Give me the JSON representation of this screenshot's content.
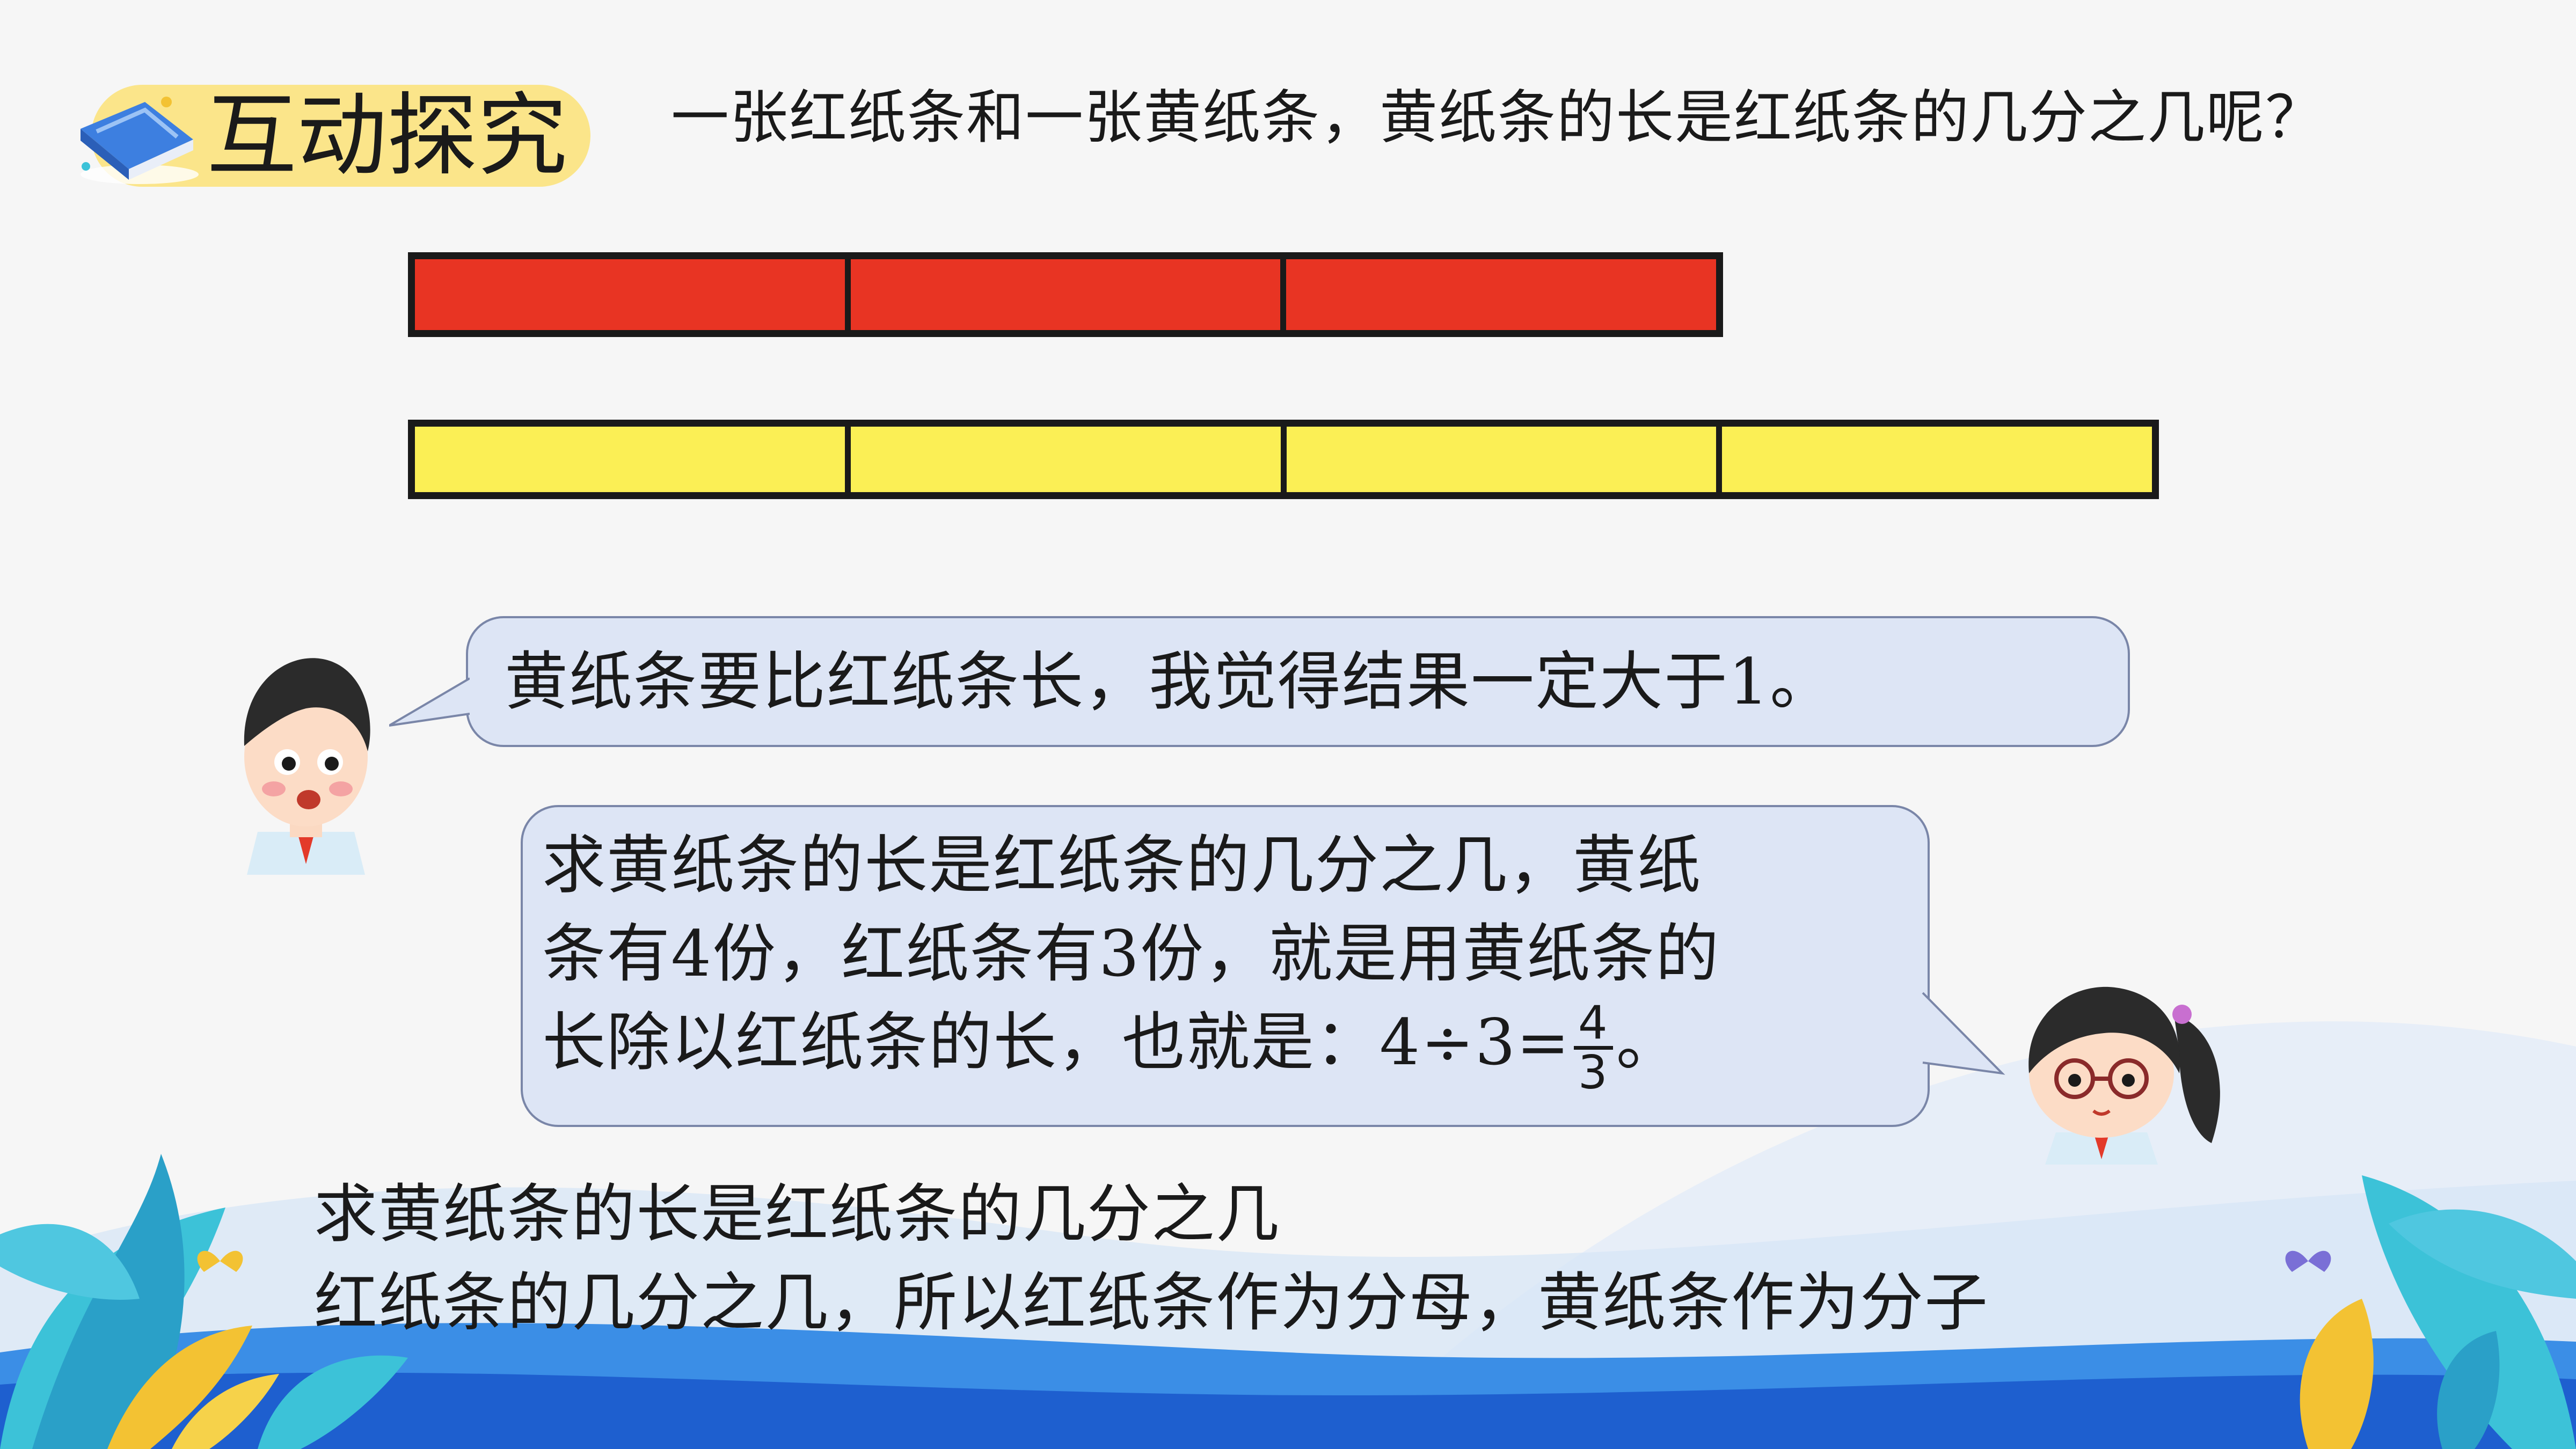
{
  "header": {
    "badge_title": "互动探究",
    "question": "一张红纸条和一张黄纸条，黄纸条的长是红纸条的几分之几呢？"
  },
  "strips": {
    "red": {
      "segments": 3,
      "color": "#e83423"
    },
    "yellow": {
      "segments": 4,
      "color": "#fbef55"
    }
  },
  "boy": {
    "speech": "黄纸条要比红纸条长，我觉得结果一定大于1。"
  },
  "girl": {
    "speech_line1": "求黄纸条的长是红纸条的几分之几，黄纸",
    "speech_line2": "条有4份，红纸条有3份，就是用黄纸条的",
    "speech_line3_prefix": "长除以红纸条的长，也就是：4÷3=",
    "fraction_numerator": "4",
    "fraction_denominator": "3",
    "speech_line3_suffix": "。"
  },
  "conclusion": {
    "line1": "求黄纸条的长是红纸条的几分之几",
    "line2": "红纸条的几分之几，所以红纸条作为分母，黄纸条作为分子"
  },
  "colors": {
    "background": "#f6f6f6",
    "badge": "#fbe58a",
    "bubble_fill": "#dde5f5",
    "bubble_border": "#7a86a8",
    "wave_dark": "#1e5fcf",
    "leaf_teal": "#3cc2d8"
  }
}
